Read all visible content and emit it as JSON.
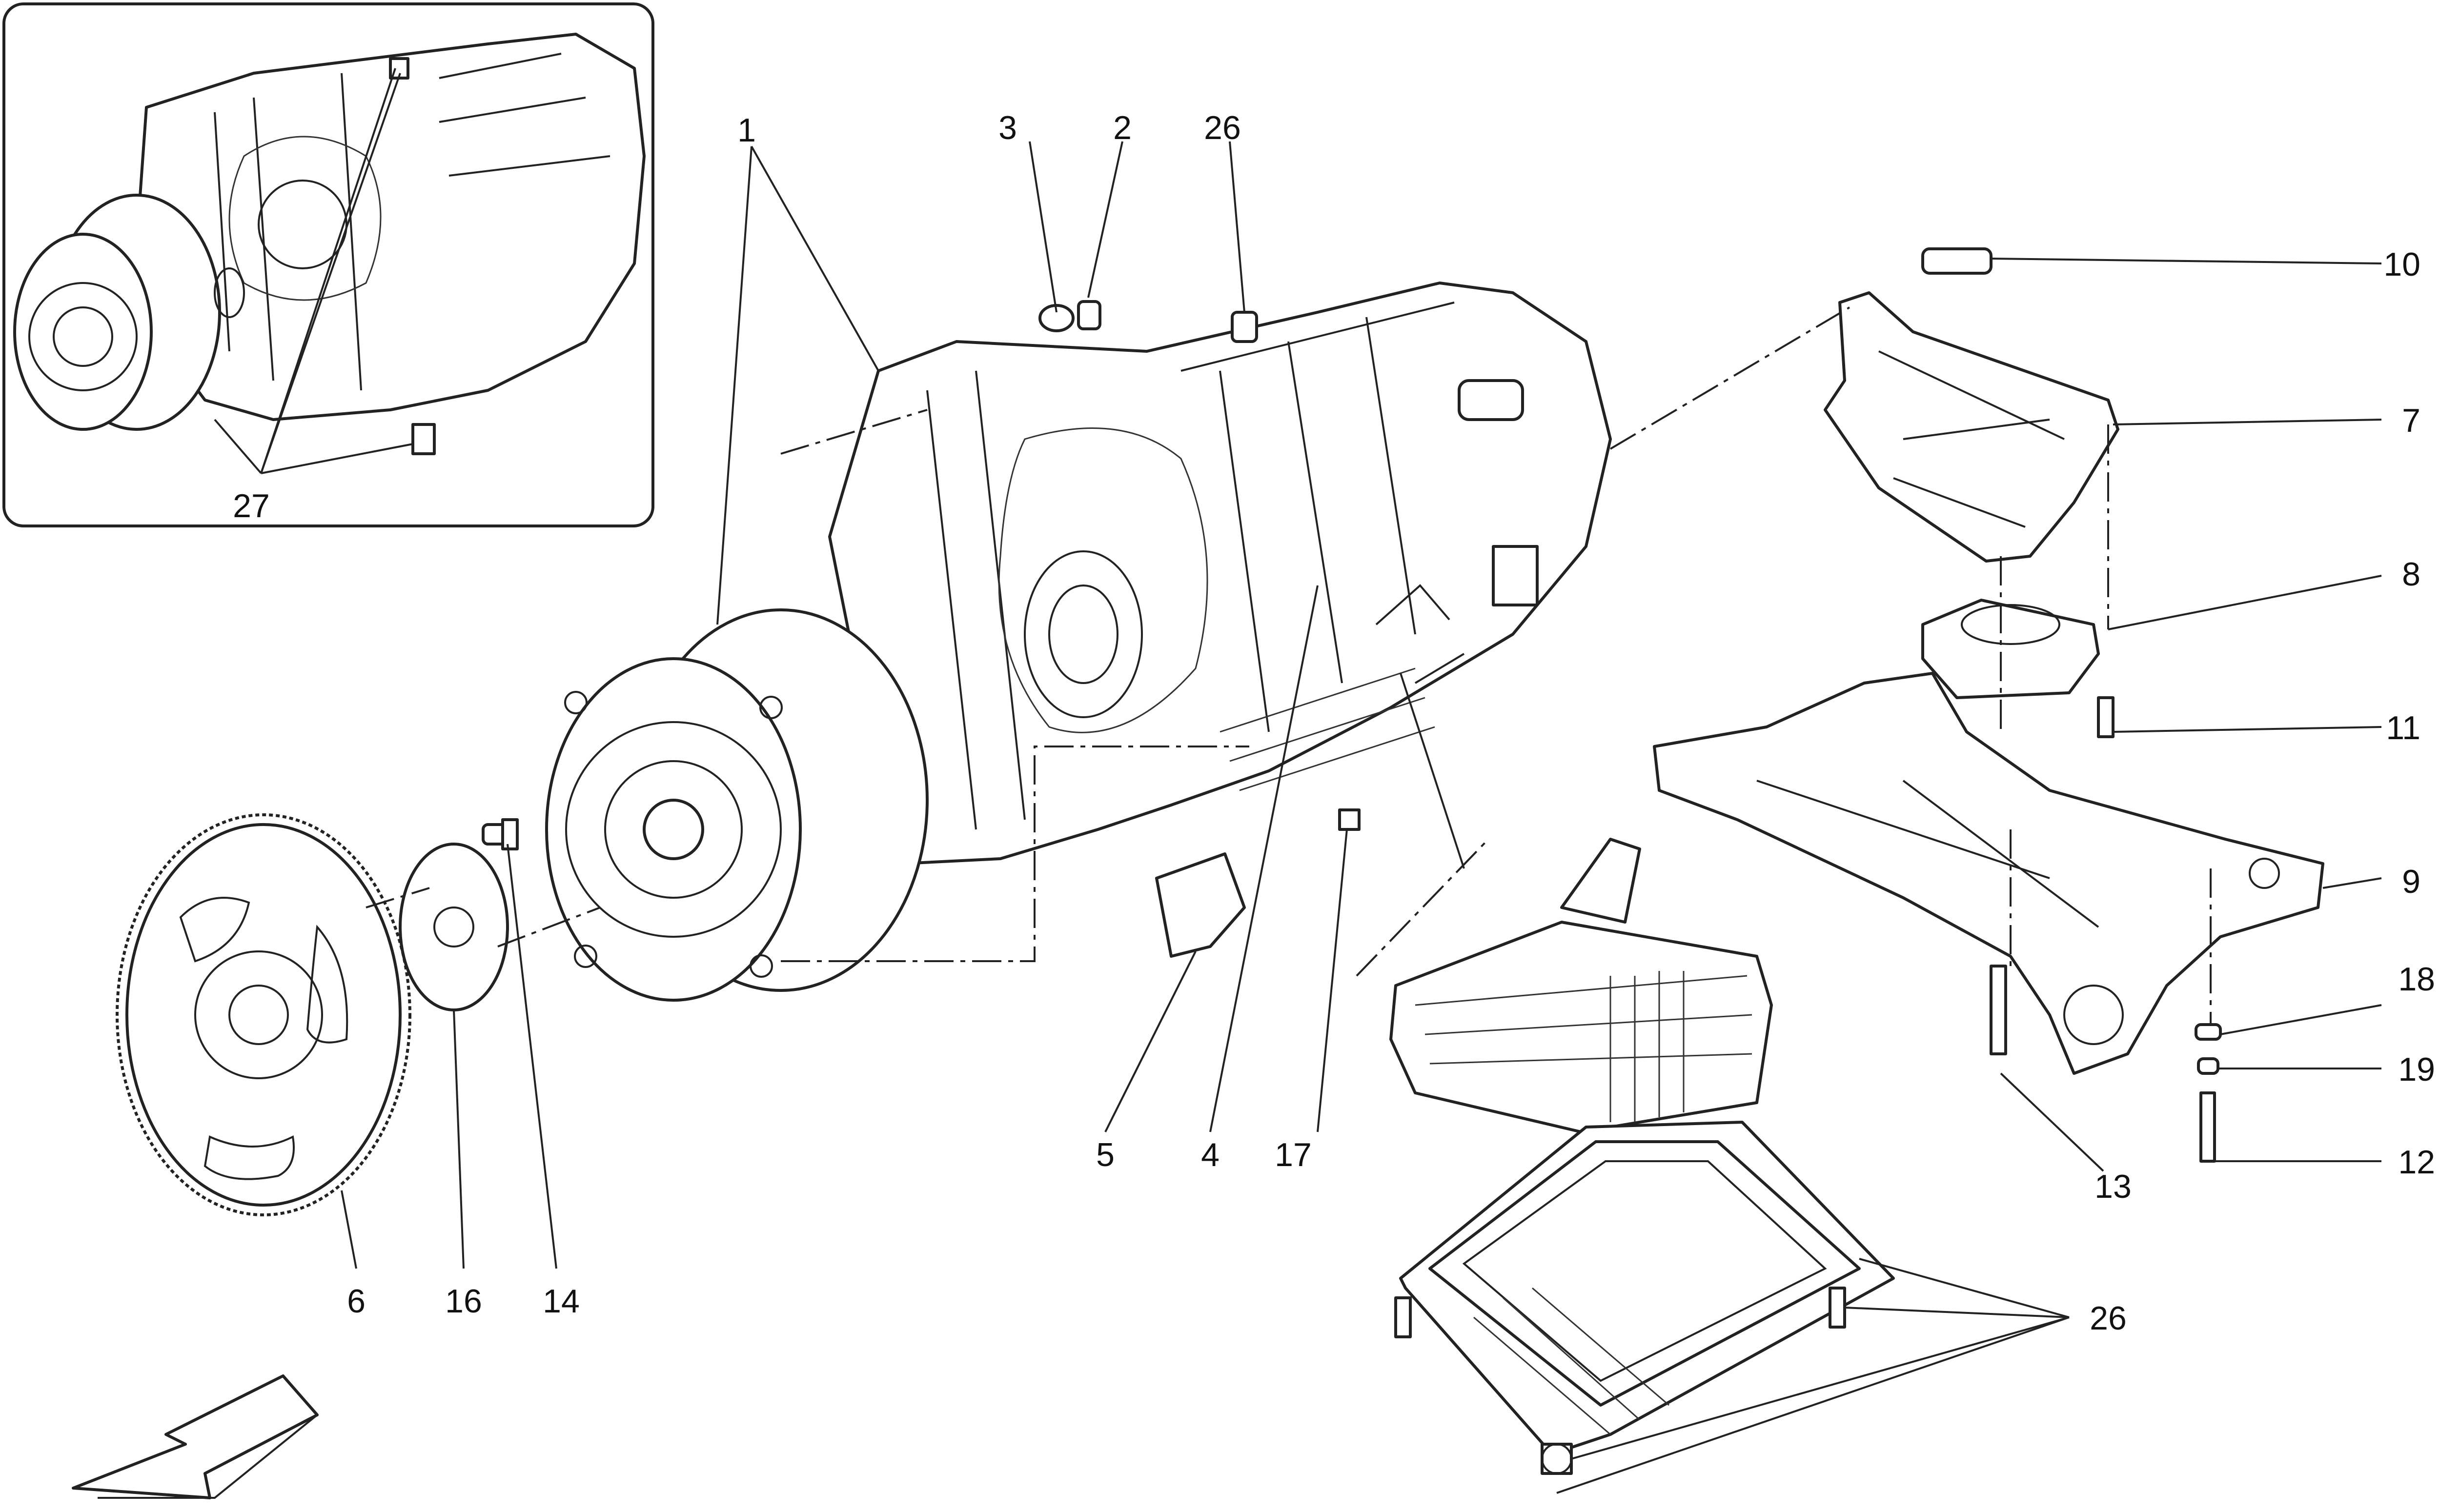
{
  "callouts": [
    {
      "id": "c1",
      "label": "1"
    },
    {
      "id": "c2",
      "label": "2"
    },
    {
      "id": "c3",
      "label": "3"
    },
    {
      "id": "c26a",
      "label": "26"
    },
    {
      "id": "c10",
      "label": "10"
    },
    {
      "id": "c7",
      "label": "7"
    },
    {
      "id": "c8",
      "label": "8"
    },
    {
      "id": "c11",
      "label": "11"
    },
    {
      "id": "c9",
      "label": "9"
    },
    {
      "id": "c18",
      "label": "18"
    },
    {
      "id": "c19",
      "label": "19"
    },
    {
      "id": "c12",
      "label": "12"
    },
    {
      "id": "c13",
      "label": "13"
    },
    {
      "id": "c26b",
      "label": "26"
    },
    {
      "id": "c5",
      "label": "5"
    },
    {
      "id": "c4",
      "label": "4"
    },
    {
      "id": "c17",
      "label": "17"
    },
    {
      "id": "c6",
      "label": "6"
    },
    {
      "id": "c16",
      "label": "16"
    },
    {
      "id": "c14",
      "label": "14"
    },
    {
      "id": "c27",
      "label": "27"
    }
  ]
}
